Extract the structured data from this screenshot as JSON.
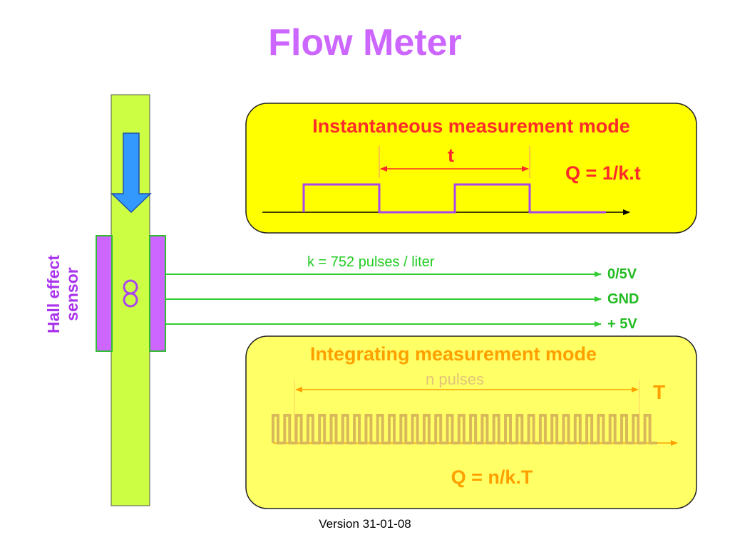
{
  "title": "Flow Meter",
  "instantaneous": {
    "title": "Instantaneous measurement mode",
    "period_label": "t",
    "formula": "Q = 1/k.t"
  },
  "sensor": {
    "label_line1": "Hall effect",
    "label_line2": "sensor",
    "pulse_rate": "k = 752 pulses / liter",
    "pins": [
      "0/5V",
      "GND",
      "+ 5V"
    ]
  },
  "integrating": {
    "title": "Integrating measurement mode",
    "count_label": "n pulses",
    "period_label": "T",
    "formula": "Q = n/k.T"
  },
  "footer": {
    "version": "Version 31-01-08"
  },
  "colors": {
    "title": "#cc66ff",
    "pipe": "#ccff44",
    "flow_arrow": "#3399ff",
    "sensor_magnet": "#cc66ff",
    "signal_lines": "#33cc33",
    "box_a_fill": "#ffff00",
    "box_b_fill": "#ffff66",
    "pulse_a": "#aa44ee",
    "pulse_b": "#d9b85a",
    "accent_red": "#ff2a2a",
    "accent_orange": "#ffa000"
  }
}
